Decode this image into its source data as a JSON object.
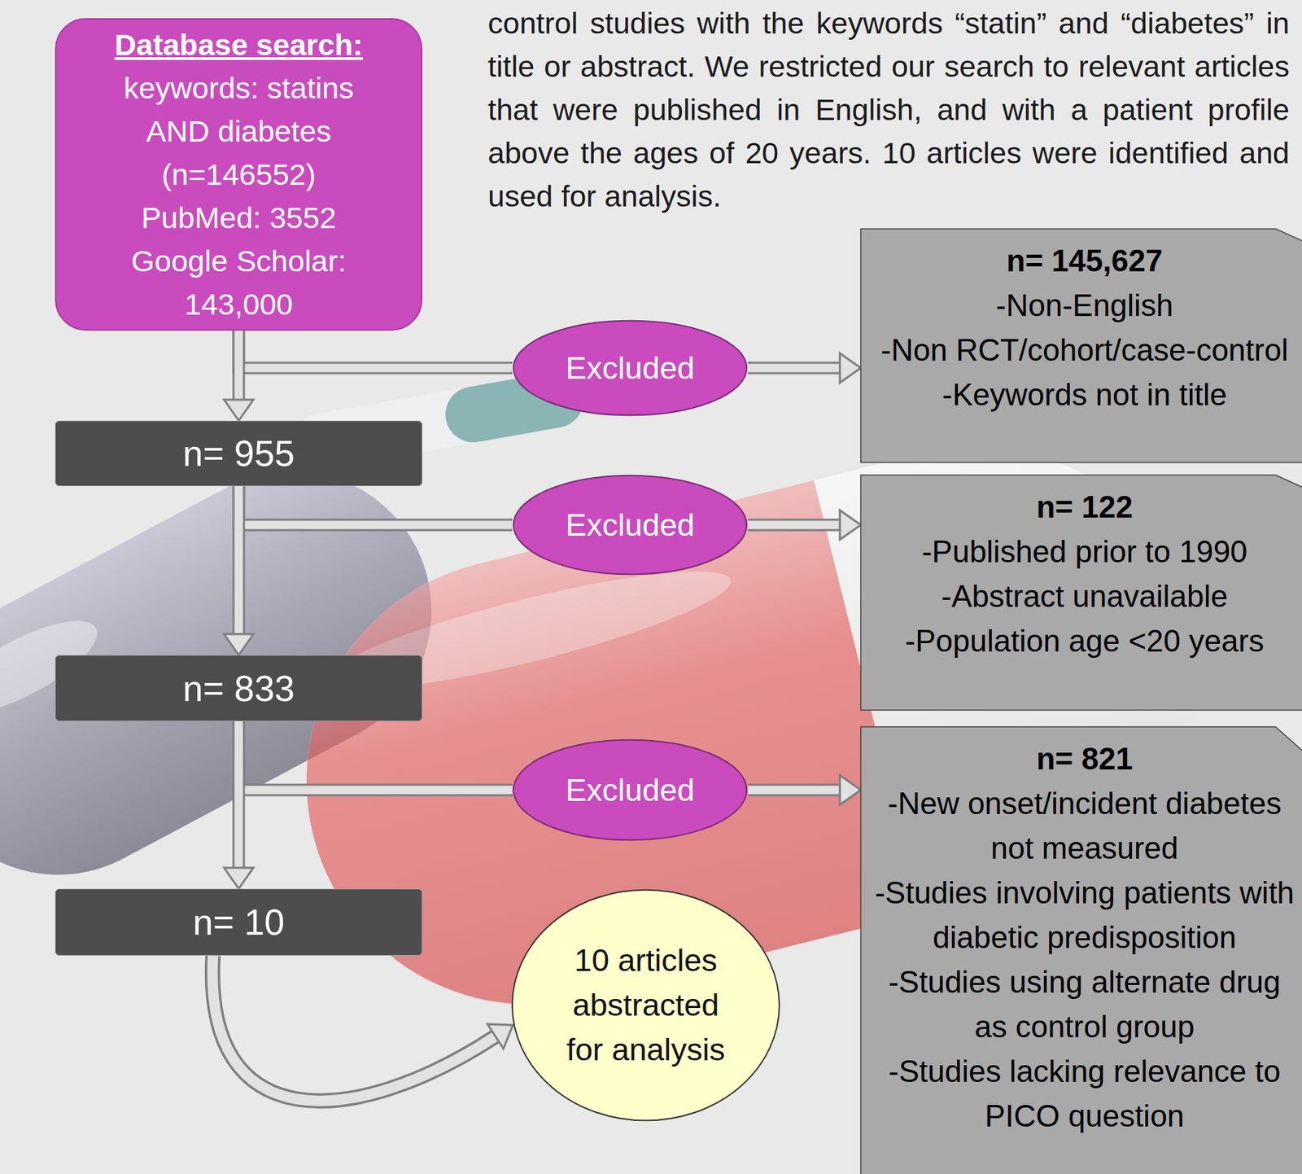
{
  "diagram": {
    "nodes": [
      {
        "text": [
          "Database search:",
          "keywords: statins AND diabetes (n=146552)",
          "PubMed: 3552",
          "Google Scholar: 143,000"
        ]
      },
      {
        "text": [
          "Excluded"
        ]
      },
      {
        "text": [
          "n= 145,627",
          "-Non-English",
          "-Non RCT/cohort/case-control",
          "-Keywords not in title"
        ]
      },
      {
        "text": [
          "n= 955"
        ]
      },
      {
        "text": [
          "Excluded"
        ]
      },
      {
        "text": [
          "n= 122",
          "-Published prior to 1990",
          "-Abstract unavailable",
          "-Population age <20 years"
        ]
      },
      {
        "text": [
          "n= 833"
        ]
      },
      {
        "text": [
          "Excluded"
        ]
      },
      {
        "text": [
          "n= 821",
          "-New onset/incident diabetes not measured",
          "-Studies involving patients with diabetic predisposition",
          "-Studies using alternate drug as control group",
          "-Studies lacking relevance to PICO question"
        ]
      },
      {
        "text": [
          "n= 10"
        ]
      },
      {
        "text": [
          "10 articles abstracted for analysis"
        ]
      }
    ],
    "edges": [
      {
        "from": 0,
        "to": 3,
        "arrow": "to"
      },
      {
        "from": 0,
        "to": 1,
        "arrow": "none"
      },
      {
        "from": 1,
        "to": 2,
        "arrow": "to"
      },
      {
        "from": 3,
        "to": 6,
        "arrow": "to"
      },
      {
        "from": 3,
        "to": 4,
        "arrow": "none"
      },
      {
        "from": 4,
        "to": 5,
        "arrow": "to"
      },
      {
        "from": 6,
        "to": 9,
        "arrow": "to"
      },
      {
        "from": 6,
        "to": 7,
        "arrow": "none"
      },
      {
        "from": 7,
        "to": 8,
        "arrow": "to"
      },
      {
        "from": 9,
        "to": 10,
        "arrow": "to"
      }
    ],
    "labels": [
      "control studies with the keywords “statin” and “diabetes” in title or abstract. We restricted our search to relevant articles that were published in English, and with a patient profile above the ages of 20 years. 10 articles were identified and used for analysis."
    ]
  }
}
